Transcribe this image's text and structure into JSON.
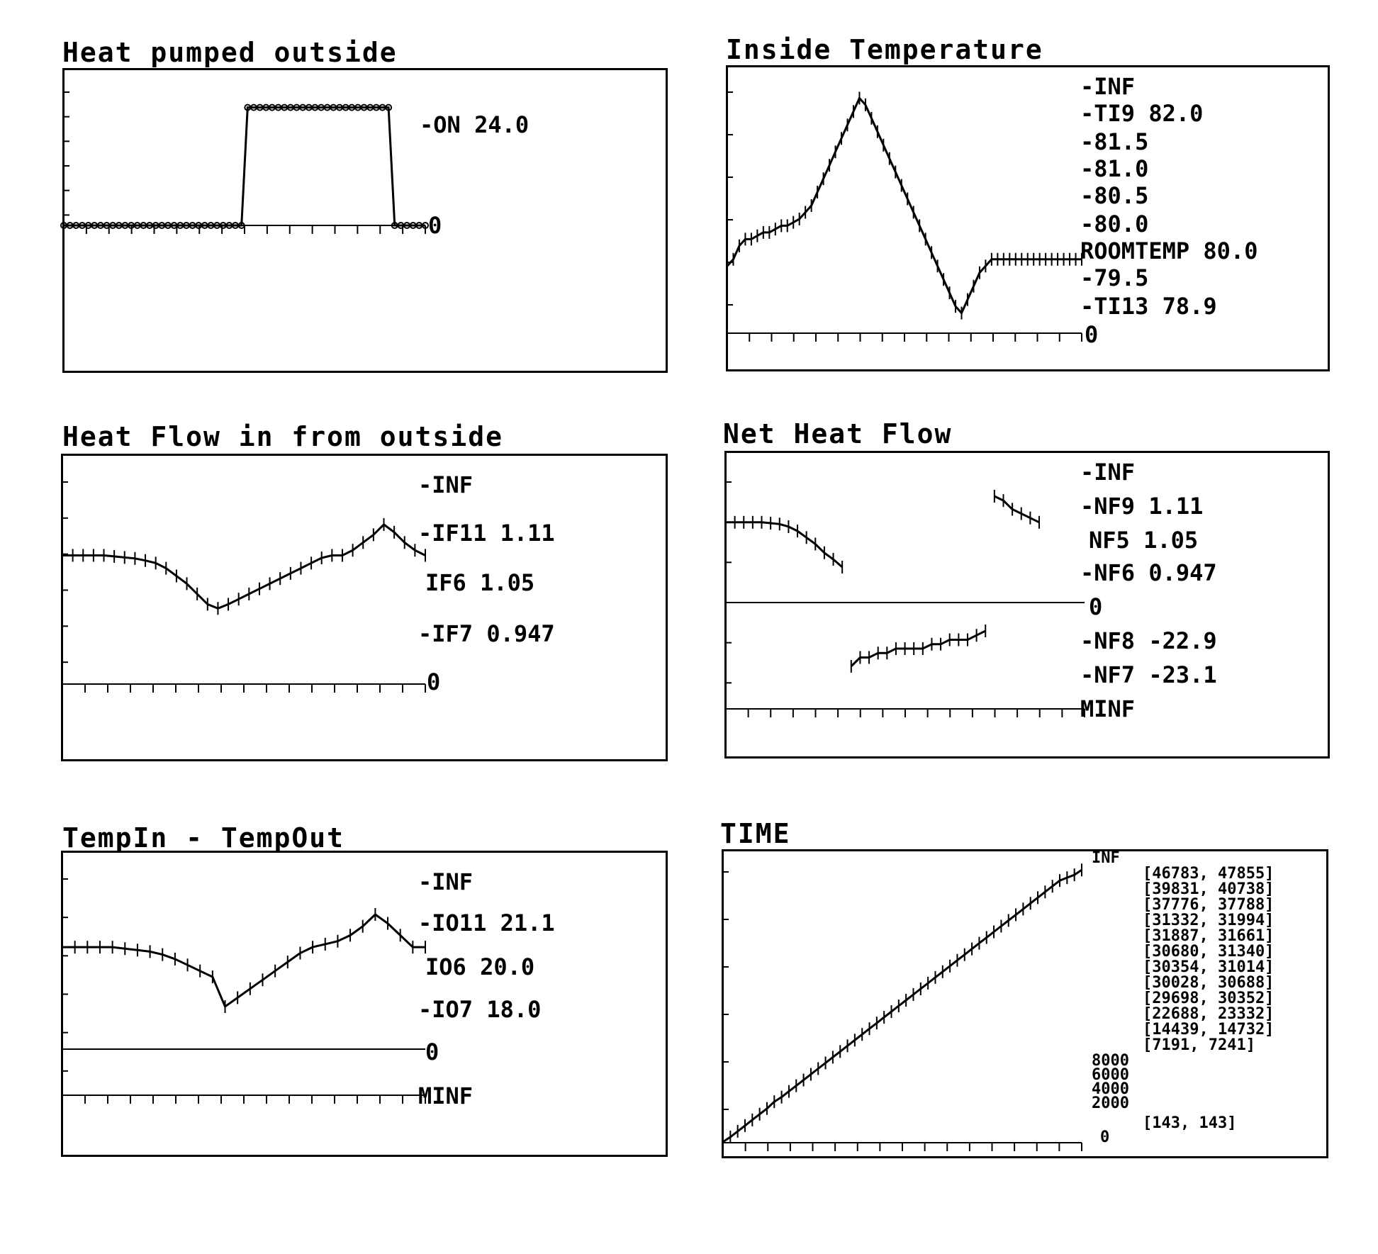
{
  "chart_data": [
    {
      "id": "heat-pumped",
      "type": "line",
      "title": "Heat pumped outside",
      "x": [
        0,
        1,
        2,
        3,
        4,
        5,
        6,
        7,
        8,
        9,
        10,
        11,
        12,
        13,
        14,
        15,
        16,
        17,
        18,
        19,
        20,
        21,
        22,
        23,
        24,
        25,
        26,
        27,
        28,
        29,
        30,
        31,
        32,
        33,
        34,
        35,
        36,
        37,
        38,
        39,
        40,
        41,
        42,
        43,
        44,
        45,
        46,
        47,
        48,
        49,
        50,
        51,
        52,
        53,
        54,
        55,
        56,
        57,
        58,
        59
      ],
      "y": [
        0,
        0,
        0,
        0,
        0,
        0,
        0,
        0,
        0,
        0,
        0,
        0,
        0,
        0,
        0,
        0,
        0,
        0,
        0,
        0,
        0,
        0,
        0,
        0,
        0,
        0,
        0,
        0,
        0,
        0,
        24,
        24,
        24,
        24,
        24,
        24,
        24,
        24,
        24,
        24,
        24,
        24,
        24,
        24,
        24,
        24,
        24,
        24,
        24,
        24,
        24,
        24,
        24,
        24,
        0,
        0,
        0,
        0,
        0,
        0
      ],
      "ylim": [
        0,
        30
      ],
      "side_labels": [
        "-ON  24.0",
        "0"
      ]
    },
    {
      "id": "inside-temp",
      "type": "line",
      "title": "Inside Temperature",
      "x": [
        0,
        1,
        2,
        3,
        4,
        5,
        6,
        7,
        8,
        9,
        10,
        11,
        12,
        13,
        14,
        15,
        16,
        17,
        18,
        19,
        20,
        21,
        22,
        23,
        24,
        25,
        26,
        27,
        28,
        29,
        30,
        31,
        32,
        33,
        34,
        35,
        36,
        37,
        38,
        39,
        40,
        41,
        42,
        43,
        44,
        45,
        46,
        47,
        48,
        49,
        50,
        51,
        52,
        53,
        54,
        55,
        56,
        57,
        58,
        59
      ],
      "y": [
        79.6,
        79.7,
        79.9,
        80.0,
        80.0,
        80.05,
        80.1,
        80.1,
        80.15,
        80.2,
        80.2,
        80.25,
        80.3,
        80.4,
        80.5,
        80.7,
        80.9,
        81.1,
        81.3,
        81.5,
        81.7,
        81.9,
        82.1,
        82.0,
        81.8,
        81.6,
        81.4,
        81.2,
        81.0,
        80.8,
        80.6,
        80.4,
        80.2,
        80.0,
        79.8,
        79.6,
        79.4,
        79.2,
        79.0,
        78.9,
        79.1,
        79.3,
        79.5,
        79.6,
        79.7,
        79.7,
        79.7,
        79.7,
        79.7,
        79.7,
        79.7,
        79.7,
        79.7,
        79.7,
        79.7,
        79.7,
        79.7,
        79.7,
        79.7,
        79.7
      ],
      "ylim": [
        78.6,
        82.4
      ],
      "side_labels": [
        "-INF",
        "-TI9 82.0",
        "-81.5",
        "-81.0",
        "-80.5",
        "-80.0",
        "ROOMTEMP 80.0",
        "-79.5",
        "-TI13 78.9",
        "0"
      ]
    },
    {
      "id": "heat-flow-in",
      "type": "line",
      "title": "Heat Flow in from outside",
      "x": [
        0,
        1,
        2,
        3,
        4,
        5,
        6,
        7,
        8,
        9,
        10,
        11,
        12,
        13,
        14,
        15,
        16,
        17,
        18,
        19,
        20,
        21,
        22,
        23,
        24,
        25,
        26,
        27,
        28,
        29,
        30,
        31,
        32,
        33,
        34,
        35,
        36,
        37,
        38,
        39,
        40
      ],
      "y": [
        1.05,
        1.05,
        1.05,
        1.05,
        1.05,
        1.048,
        1.046,
        1.044,
        1.04,
        1.035,
        1.025,
        1.01,
        0.995,
        0.975,
        0.955,
        0.947,
        0.955,
        0.965,
        0.975,
        0.985,
        0.995,
        1.005,
        1.015,
        1.025,
        1.035,
        1.045,
        1.05,
        1.05,
        1.06,
        1.075,
        1.09,
        1.11,
        1.095,
        1.075,
        1.06,
        1.05
      ],
      "ylim": [
        0.8,
        1.22
      ],
      "side_labels": [
        "-INF",
        "-IF11 1.11",
        "IF6 1.05",
        "-IF7 0.947",
        "0"
      ]
    },
    {
      "id": "net-heat-flow",
      "type": "line",
      "title": "Net Heat Flow",
      "x": [
        0,
        1,
        2,
        3,
        4,
        5,
        6,
        7,
        8,
        9,
        10,
        11,
        12,
        13,
        14,
        15,
        16,
        17,
        18,
        19,
        20,
        21,
        22,
        23,
        24,
        25,
        26,
        27,
        28,
        29,
        30,
        31,
        32,
        33,
        34,
        35
      ],
      "y": [
        1.05,
        1.05,
        1.05,
        1.05,
        1.05,
        1.048,
        1.046,
        1.04,
        1.03,
        1.015,
        1.0,
        0.98,
        0.965,
        0.947,
        -23.1,
        -23.0,
        -23.0,
        -22.95,
        -22.95,
        -22.9,
        -22.9,
        -22.9,
        -22.9,
        -22.85,
        -22.85,
        -22.8,
        -22.8,
        -22.8,
        -22.75,
        -22.7,
        1.11,
        1.1,
        1.08,
        1.07,
        1.06,
        1.05
      ],
      "side_labels": [
        "-INF",
        "-NF9 1.11",
        "NF5 1.05",
        "-NF6 0.947",
        "0",
        "-NF8 -22.9",
        "-NF7 -23.1",
        "MINF"
      ]
    },
    {
      "id": "tempin-tempout",
      "type": "line",
      "title": "TempIn - TempOut",
      "x": [
        0,
        1,
        2,
        3,
        4,
        5,
        6,
        7,
        8,
        9,
        10,
        11,
        12,
        13,
        14,
        15,
        16,
        17,
        18,
        19,
        20,
        21,
        22,
        23,
        24,
        25,
        26,
        27,
        28,
        29,
        30,
        31,
        32,
        33,
        34,
        35
      ],
      "y": [
        20.0,
        20.0,
        20.0,
        20.0,
        20.0,
        19.95,
        19.9,
        19.85,
        19.75,
        19.6,
        19.4,
        19.2,
        19.0,
        18.0,
        18.3,
        18.6,
        18.9,
        19.2,
        19.5,
        19.8,
        20.0,
        20.1,
        20.2,
        20.4,
        20.7,
        21.1,
        20.8,
        20.4,
        20.0,
        20.0
      ],
      "ylim": [
        0,
        24
      ],
      "side_labels": [
        "-INF",
        "-IO11 21.1",
        "IO6 20.0",
        "-IO7 18.0",
        "0",
        "MINF"
      ]
    },
    {
      "id": "time",
      "type": "line",
      "title": "TIME",
      "x": [
        0,
        1,
        2,
        3,
        4,
        5,
        6,
        7,
        8,
        9,
        10,
        11,
        12,
        13,
        14,
        15,
        16,
        17,
        18,
        19,
        20,
        21,
        22,
        23,
        24,
        25,
        26,
        27,
        28,
        29,
        30,
        31,
        32,
        33,
        34,
        35,
        36,
        37,
        38,
        39,
        40,
        41,
        42,
        43,
        44,
        45,
        46,
        47,
        48,
        49
      ],
      "y": [
        143,
        1000,
        2000,
        3000,
        4000,
        5000,
        6000,
        7191,
        8000,
        9000,
        10000,
        11000,
        12000,
        13000,
        14000,
        15000,
        16000,
        17000,
        18000,
        19000,
        20000,
        21000,
        22000,
        23000,
        24000,
        25000,
        26000,
        27000,
        28000,
        29000,
        30000,
        31000,
        32000,
        33000,
        34000,
        35000,
        36000,
        37000,
        38000,
        39000,
        40000,
        41000,
        42000,
        43000,
        44000,
        45000,
        46000,
        46500,
        47000,
        47855
      ],
      "ylim": [
        0,
        50000
      ],
      "side_labels": [
        "INF",
        "[46783, 47855]",
        "[39831, 40738]",
        "[37776, 37788]",
        "[31332, 31994]",
        "[31887, 31661]",
        "[30680, 31340]",
        "[30354, 31014]",
        "[30028, 30688]",
        "[29698, 30352]",
        "[22688, 23332]",
        "[14439, 14732]",
        "[7191, 7241]",
        "8000",
        "6000",
        "4000",
        "2000",
        "[143, 143]",
        "0"
      ]
    }
  ]
}
